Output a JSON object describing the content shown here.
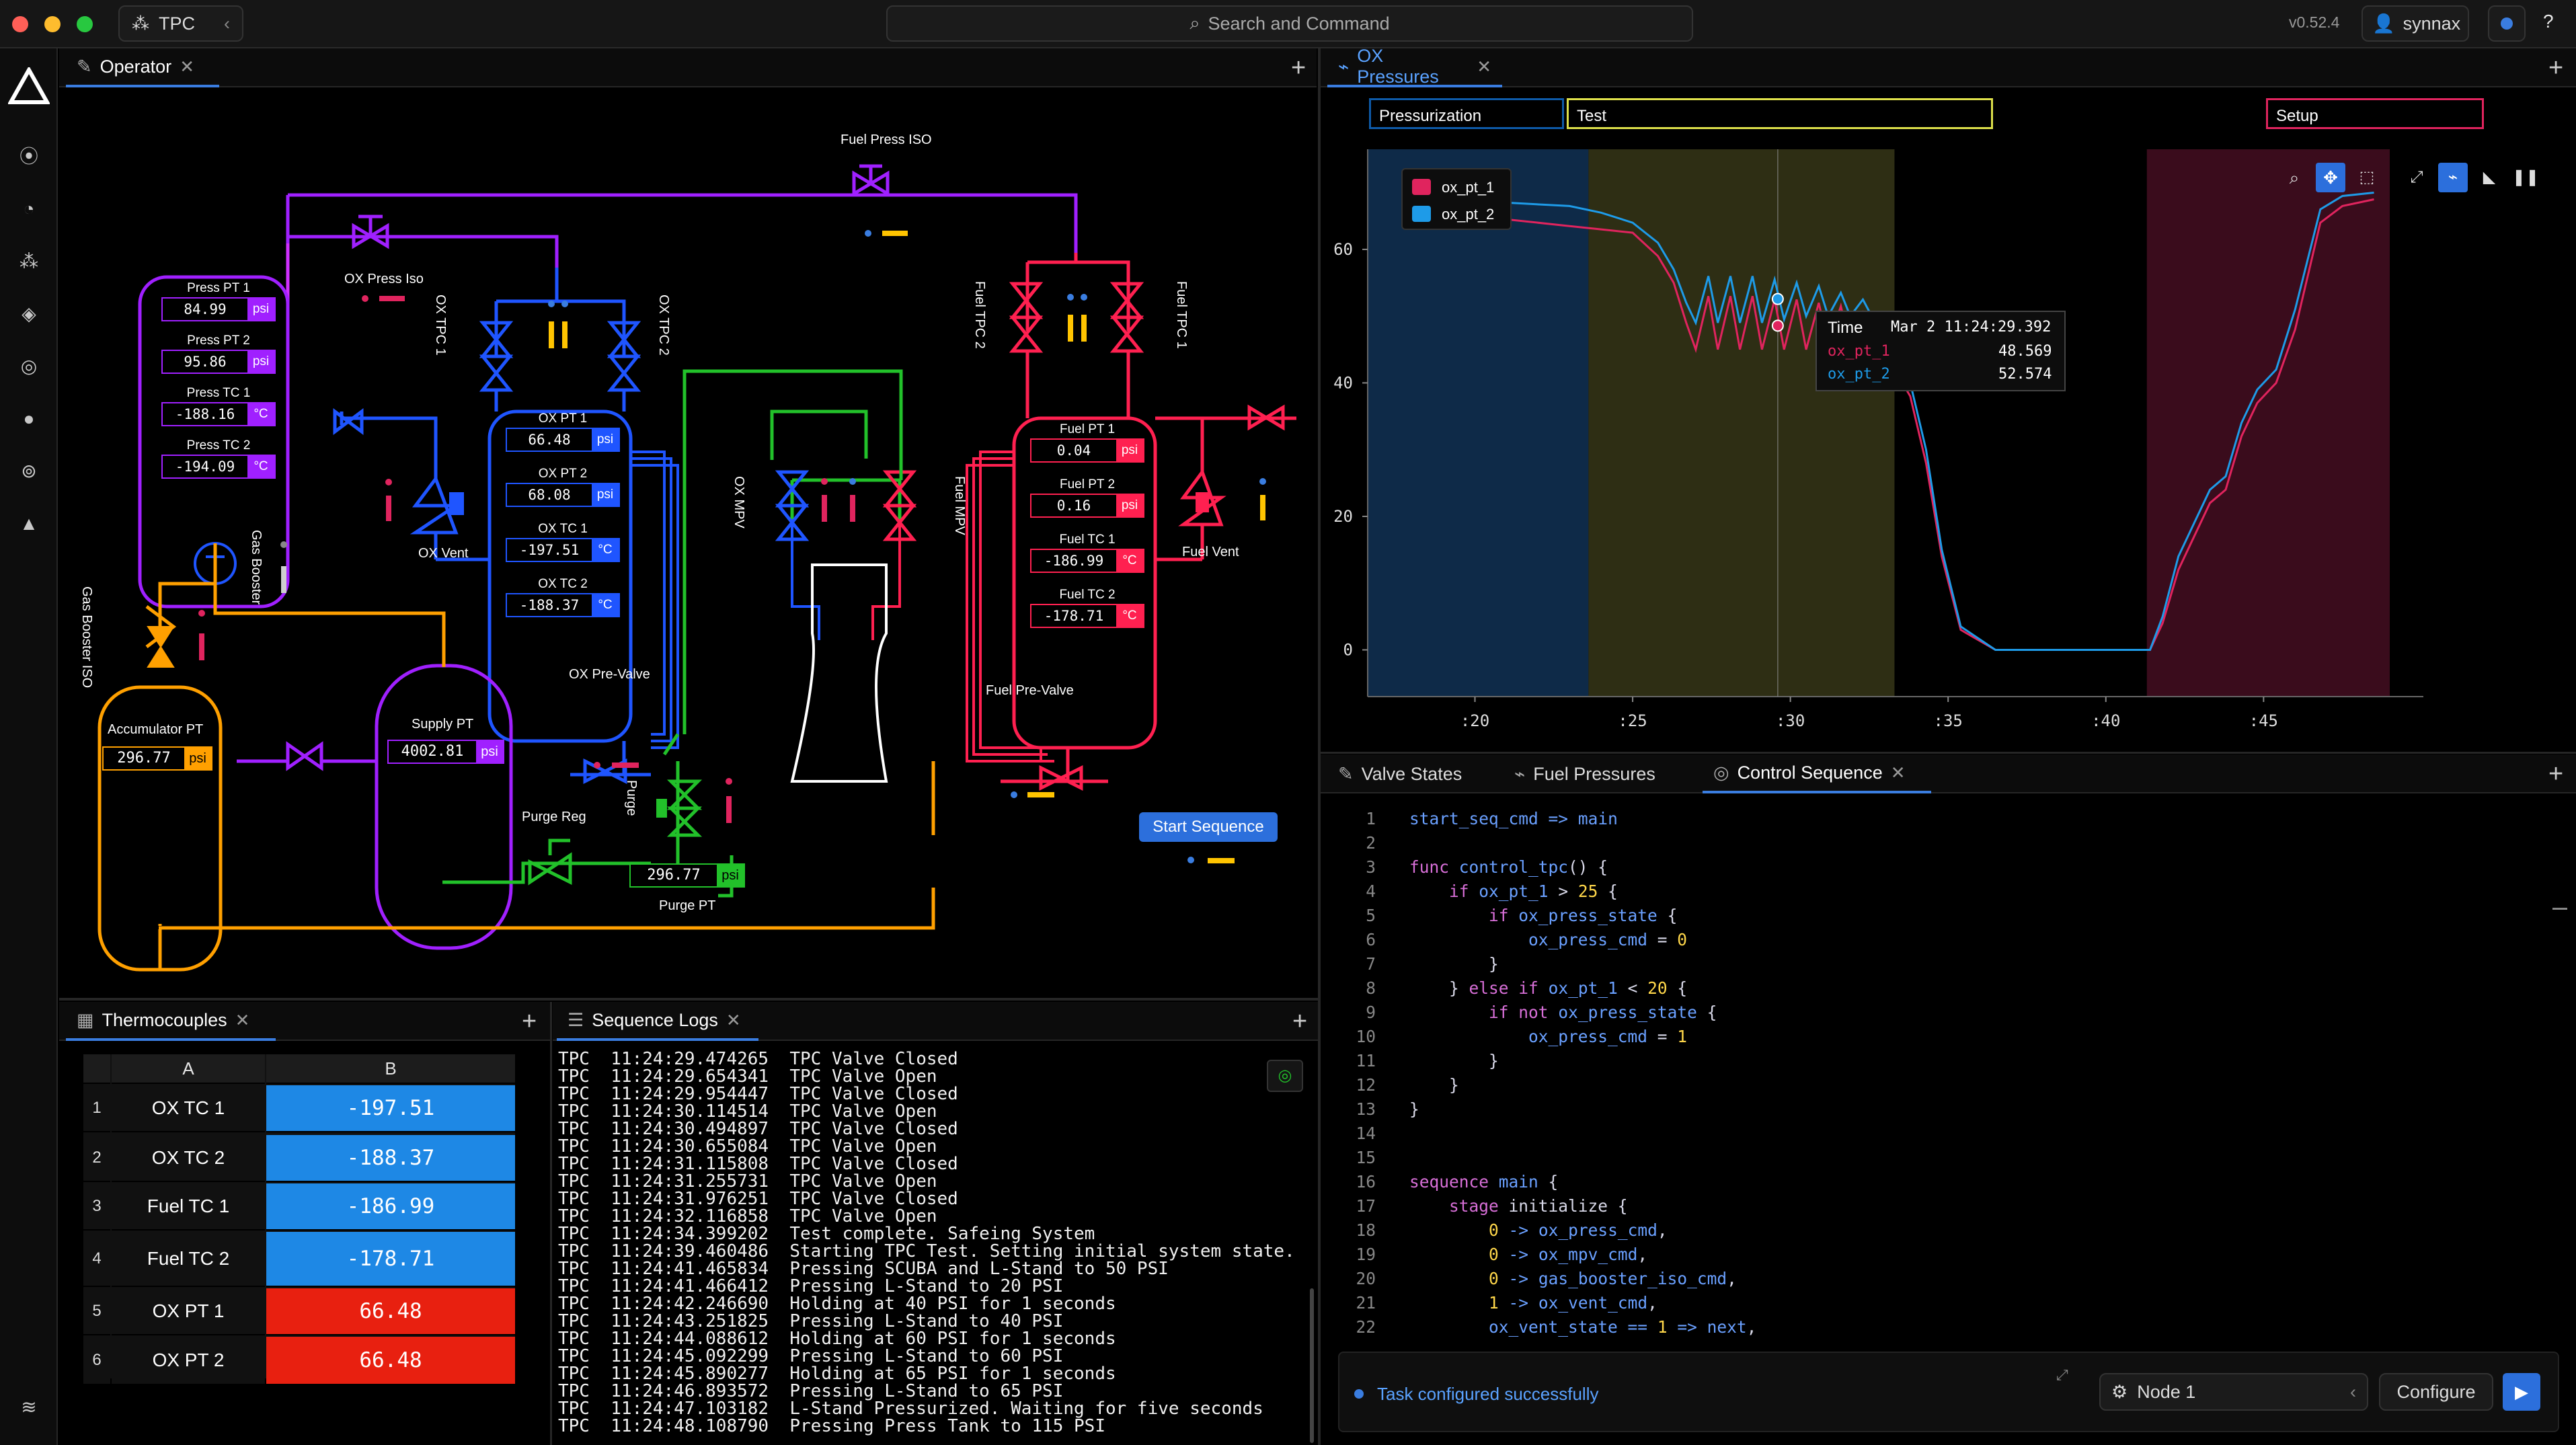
{
  "window": {
    "workspace": "TPC",
    "search": "Search and Command",
    "version": "v0.52.4",
    "user": "synnax",
    "help": "?"
  },
  "colors": {
    "accent": "#3a7de0",
    "pink": "#e0245e",
    "blue": "#1e88e5",
    "red": "#e82010",
    "ox": "#1f55ff",
    "fuel": "#ff2050",
    "press": "#a020ff",
    "purge": "#22c12a",
    "gas": "#ffa000"
  },
  "sidebar": {
    "icons": [
      "synnax-logo-icon",
      "hardware-icon",
      "range-icon",
      "channels-icon",
      "workspace-icon",
      "ontology-icon",
      "users-icon",
      "devices-icon",
      "notifications-icon",
      "schematic-icon"
    ]
  },
  "operator": {
    "tab": "Operator",
    "plus": "+"
  },
  "schematic": {
    "labels": {
      "fuel_press_iso": "Fuel Press ISO",
      "ox_press_iso": "OX Press Iso",
      "ox_tpc_1": "OX TPC 1",
      "ox_tpc_2": "OX TPC 2",
      "fuel_tpc_1": "Fuel TPC 1",
      "fuel_tpc_2": "Fuel TPC 2",
      "ox_vent": "OX Vent",
      "fuel_vent": "Fuel Vent",
      "ox_mpv": "OX MPV",
      "fuel_mpv": "Fuel MPV",
      "gas_booster": "Gas Booster",
      "gas_booster_iso": "Gas Booster ISO",
      "ox_pre_valve": "OX Pre-Valve",
      "fuel_pre_valve": "Fuel Pre-Valve",
      "purge": "Purge",
      "purge_reg": "Purge Reg",
      "purge_pt": "Purge PT",
      "supply_pt": "Supply PT",
      "accumulator_pt": "Accumulator PT",
      "start_sequence": "Start Sequence"
    },
    "press_readings": [
      {
        "label": "Press PT 1",
        "value": "84.99",
        "unit": "psi"
      },
      {
        "label": "Press PT 2",
        "value": "95.86",
        "unit": "psi"
      },
      {
        "label": "Press TC 1",
        "value": "-188.16",
        "unit": "°C"
      },
      {
        "label": "Press TC 2",
        "value": "-194.09",
        "unit": "°C"
      }
    ],
    "ox_readings": [
      {
        "label": "OX PT 1",
        "value": "66.48",
        "unit": "psi"
      },
      {
        "label": "OX PT 2",
        "value": "68.08",
        "unit": "psi"
      },
      {
        "label": "OX TC 1",
        "value": "-197.51",
        "unit": "°C"
      },
      {
        "label": "OX TC 2",
        "value": "-188.37",
        "unit": "°C"
      }
    ],
    "fuel_readings": [
      {
        "label": "Fuel PT 1",
        "value": "0.04",
        "unit": "psi"
      },
      {
        "label": "Fuel PT 2",
        "value": "0.16",
        "unit": "psi"
      },
      {
        "label": "Fuel TC 1",
        "value": "-186.99",
        "unit": "°C"
      },
      {
        "label": "Fuel TC 2",
        "value": "-178.71",
        "unit": "°C"
      }
    ],
    "accumulator": {
      "value": "296.77",
      "unit": "psi"
    },
    "supply": {
      "value": "4002.81",
      "unit": "psi"
    },
    "purge_pt": {
      "value": "296.77",
      "unit": "psi"
    }
  },
  "thermocouples": {
    "tab": "Thermocouples",
    "plus": "+",
    "col_a": "A",
    "col_b": "B",
    "rows": [
      {
        "n": "1",
        "name": "OX TC 1",
        "value": "-197.51"
      },
      {
        "n": "2",
        "name": "OX TC 2",
        "value": "-188.37"
      },
      {
        "n": "3",
        "name": "Fuel TC 1",
        "value": "-186.99"
      },
      {
        "n": "4",
        "name": "Fuel TC 2",
        "value": "-178.71"
      },
      {
        "n": "5",
        "name": "OX PT 1",
        "value": "66.48"
      },
      {
        "n": "6",
        "name": "OX PT 2",
        "value": "66.48"
      }
    ]
  },
  "sequence_logs": {
    "tab": "Sequence Logs",
    "plus": "+",
    "lines": [
      "TPC  11:24:29.474265  TPC Valve Closed",
      "TPC  11:24:29.654341  TPC Valve Open",
      "TPC  11:24:29.954447  TPC Valve Closed",
      "TPC  11:24:30.114514  TPC Valve Open",
      "TPC  11:24:30.494897  TPC Valve Closed",
      "TPC  11:24:30.655084  TPC Valve Open",
      "TPC  11:24:31.115808  TPC Valve Closed",
      "TPC  11:24:31.255731  TPC Valve Open",
      "TPC  11:24:31.976251  TPC Valve Closed",
      "TPC  11:24:32.116858  TPC Valve Open",
      "TPC  11:24:34.399202  Test complete. Safeing System",
      "TPC  11:24:39.460486  Starting TPC Test. Setting initial system state.",
      "TPC  11:24:41.465834  Pressing SCUBA and L-Stand to 50 PSI",
      "TPC  11:24:41.466412  Pressing L-Stand to 20 PSI",
      "TPC  11:24:42.246690  Holding at 40 PSI for 1 seconds",
      "TPC  11:24:43.251825  Pressing L-Stand to 40 PSI",
      "TPC  11:24:44.088612  Holding at 60 PSI for 1 seconds",
      "TPC  11:24:45.092299  Pressing L-Stand to 60 PSI",
      "TPC  11:24:45.890277  Holding at 65 PSI for 1 seconds",
      "TPC  11:24:46.893572  Pressing L-Stand to 65 PSI",
      "TPC  11:24:47.103182  L-Stand Pressurized. Waiting for five seconds",
      "TPC  11:24:48.108790  Pressing Press Tank to 115 PSI"
    ]
  },
  "plot": {
    "tab": "OX Pressures",
    "plus": "+",
    "ranges": [
      {
        "label": "Pressurization"
      },
      {
        "label": "Test"
      },
      {
        "label": "Setup"
      }
    ],
    "legend": [
      "ox_pt_1",
      "ox_pt_2"
    ],
    "tooltip": {
      "time_label": "Time",
      "time": "Mar 2 11:24:29.392",
      "s1": "ox_pt_1",
      "v1": "48.569",
      "s2": "ox_pt_2",
      "v2": "52.574"
    }
  },
  "chart_data": {
    "type": "line",
    "x_ticks": [
      ":20",
      ":25",
      ":30",
      ":35",
      ":40",
      ":45"
    ],
    "y_ticks": [
      "0",
      "20",
      "40",
      "60"
    ],
    "ylim": [
      -7,
      75
    ],
    "series": [
      {
        "name": "ox_pt_1",
        "color": "#e0245e",
        "x": [
          18.2,
          21.0,
          23.0,
          24.0,
          25.0,
          25.8,
          26.3,
          26.7,
          27.0,
          27.4,
          27.7,
          28.1,
          28.4,
          28.8,
          29.1,
          29.5,
          29.8,
          30.2,
          30.5,
          30.9,
          31.2,
          31.6,
          31.9,
          32.3,
          32.8,
          33.3,
          33.8,
          34.3,
          34.8,
          35.4,
          36.5,
          38.0,
          40.0,
          41.4,
          41.8,
          42.3,
          42.8,
          43.3,
          43.8,
          44.3,
          44.8,
          45.4,
          46.0,
          46.8,
          47.5,
          48.5
        ],
        "y": [
          63.5,
          64.5,
          63.5,
          63.0,
          62.5,
          59.0,
          55.0,
          49.0,
          45.0,
          53.0,
          45.0,
          53.0,
          45.0,
          53.0,
          45.0,
          52.5,
          45.0,
          52.5,
          45.0,
          52.0,
          45.5,
          51.5,
          45.5,
          50.5,
          45.0,
          42.0,
          38.0,
          28.0,
          14.0,
          3.0,
          0.0,
          0.0,
          0.0,
          0.0,
          4.0,
          12.0,
          17.0,
          22.0,
          24.0,
          32.0,
          37.0,
          40.0,
          48.0,
          64.0,
          66.5,
          67.5
        ]
      },
      {
        "name": "ox_pt_2",
        "color": "#1e9be8",
        "x": [
          18.2,
          21.0,
          23.0,
          24.0,
          25.0,
          25.8,
          26.3,
          26.7,
          27.0,
          27.4,
          27.7,
          28.1,
          28.4,
          28.8,
          29.1,
          29.5,
          29.8,
          30.2,
          30.5,
          30.9,
          31.2,
          31.6,
          31.9,
          32.3,
          32.8,
          33.3,
          33.8,
          34.3,
          34.8,
          35.4,
          36.5,
          38.0,
          40.0,
          41.4,
          41.8,
          42.3,
          42.8,
          43.3,
          43.8,
          44.3,
          44.8,
          45.4,
          46.0,
          46.8,
          47.5,
          48.5
        ],
        "y": [
          67.5,
          67.0,
          66.5,
          65.5,
          64.0,
          61.0,
          57.0,
          52.0,
          49.0,
          56.0,
          49.0,
          56.0,
          49.0,
          56.0,
          49.0,
          55.5,
          49.5,
          55.0,
          50.0,
          54.5,
          50.0,
          53.5,
          50.0,
          52.5,
          48.0,
          45.0,
          40.0,
          30.0,
          15.0,
          3.5,
          0.0,
          0.0,
          0.0,
          0.0,
          5.0,
          14.0,
          19.0,
          24.0,
          26.0,
          34.0,
          39.0,
          42.0,
          51.0,
          66.0,
          68.0,
          68.5
        ]
      }
    ]
  },
  "bottom_tabs": {
    "t1": "Valve States",
    "t2": "Fuel Pressures",
    "t3": "Control Sequence",
    "plus": "+"
  },
  "code": {
    "lines": [
      "start_seq_cmd => main",
      "",
      "func control_tpc() {",
      "    if ox_pt_1 > 25 {",
      "        if ox_press_state {",
      "            ox_press_cmd = 0",
      "        }",
      "    } else if ox_pt_1 < 20 {",
      "        if not ox_press_state {",
      "            ox_press_cmd = 1",
      "        }",
      "    }",
      "}",
      "",
      "",
      "sequence main {",
      "    stage initialize {",
      "        0 -> ox_press_cmd,",
      "        0 -> ox_mpv_cmd,",
      "        0 -> gas_booster_iso_cmd,",
      "        1 -> ox_vent_cmd,",
      "        ox_vent_state == 1 => next,"
    ]
  },
  "task": {
    "status": "Task configured successfully",
    "node": "Node 1",
    "configure": "Configure"
  }
}
